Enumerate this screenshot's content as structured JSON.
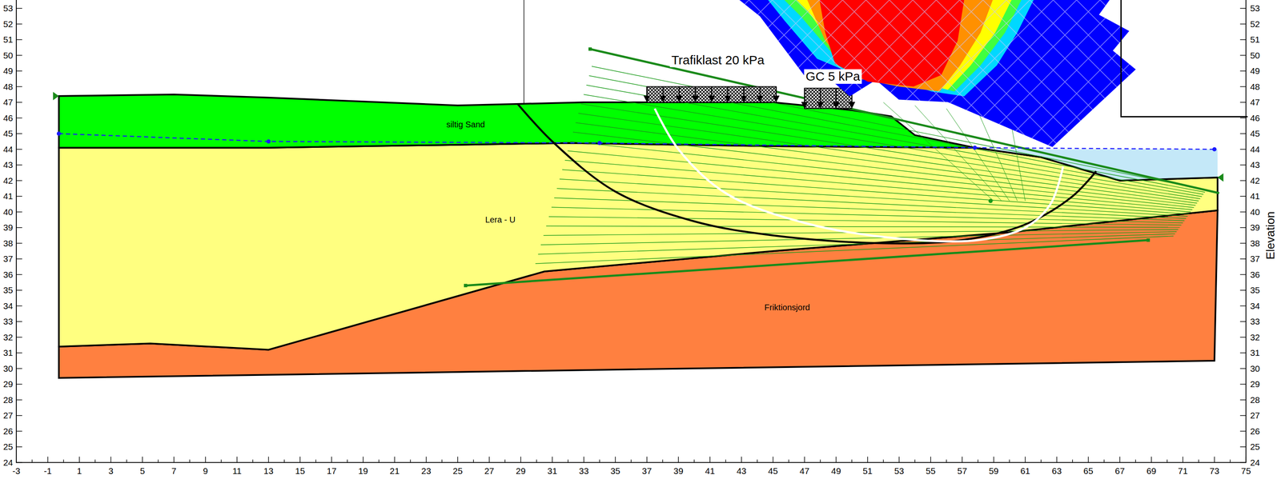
{
  "diagram": {
    "labels": [
      "53",
      "52",
      "51",
      "50",
      "49",
      "48",
      "47",
      "46",
      "45",
      "44",
      "43",
      "42",
      "41",
      "40",
      "39",
      "38",
      "37",
      "36",
      "35",
      "34",
      "33",
      "32",
      "31",
      "30",
      "29",
      "28",
      "27",
      "26",
      "25",
      "24",
      "-3",
      "-1",
      "1",
      "3",
      "5",
      "7",
      "9",
      "11",
      "13",
      "15",
      "17",
      "19",
      "21",
      "23",
      "25",
      "27",
      "29",
      "31",
      "33",
      "35",
      "37",
      "39",
      "41",
      "43",
      "45",
      "47",
      "49",
      "51",
      "53",
      "55",
      "57",
      "59",
      "61",
      "63",
      "65",
      "67",
      "69",
      "71",
      "73",
      "75",
      "siltig Sand",
      "Lera - U",
      "Friktionsjord",
      "Trafiklast 20 kPa",
      "GC 5 kPa",
      "53",
      "52",
      "51",
      "50",
      "49",
      "48",
      "47",
      "46",
      "45",
      "44",
      "43",
      "42",
      "41",
      "40",
      "39",
      "38",
      "37",
      "36",
      "35",
      "34",
      "33",
      "32",
      "31",
      "30",
      "29",
      "28",
      "27",
      "26",
      "25",
      "24",
      "Elevation"
    ]
  }
}
